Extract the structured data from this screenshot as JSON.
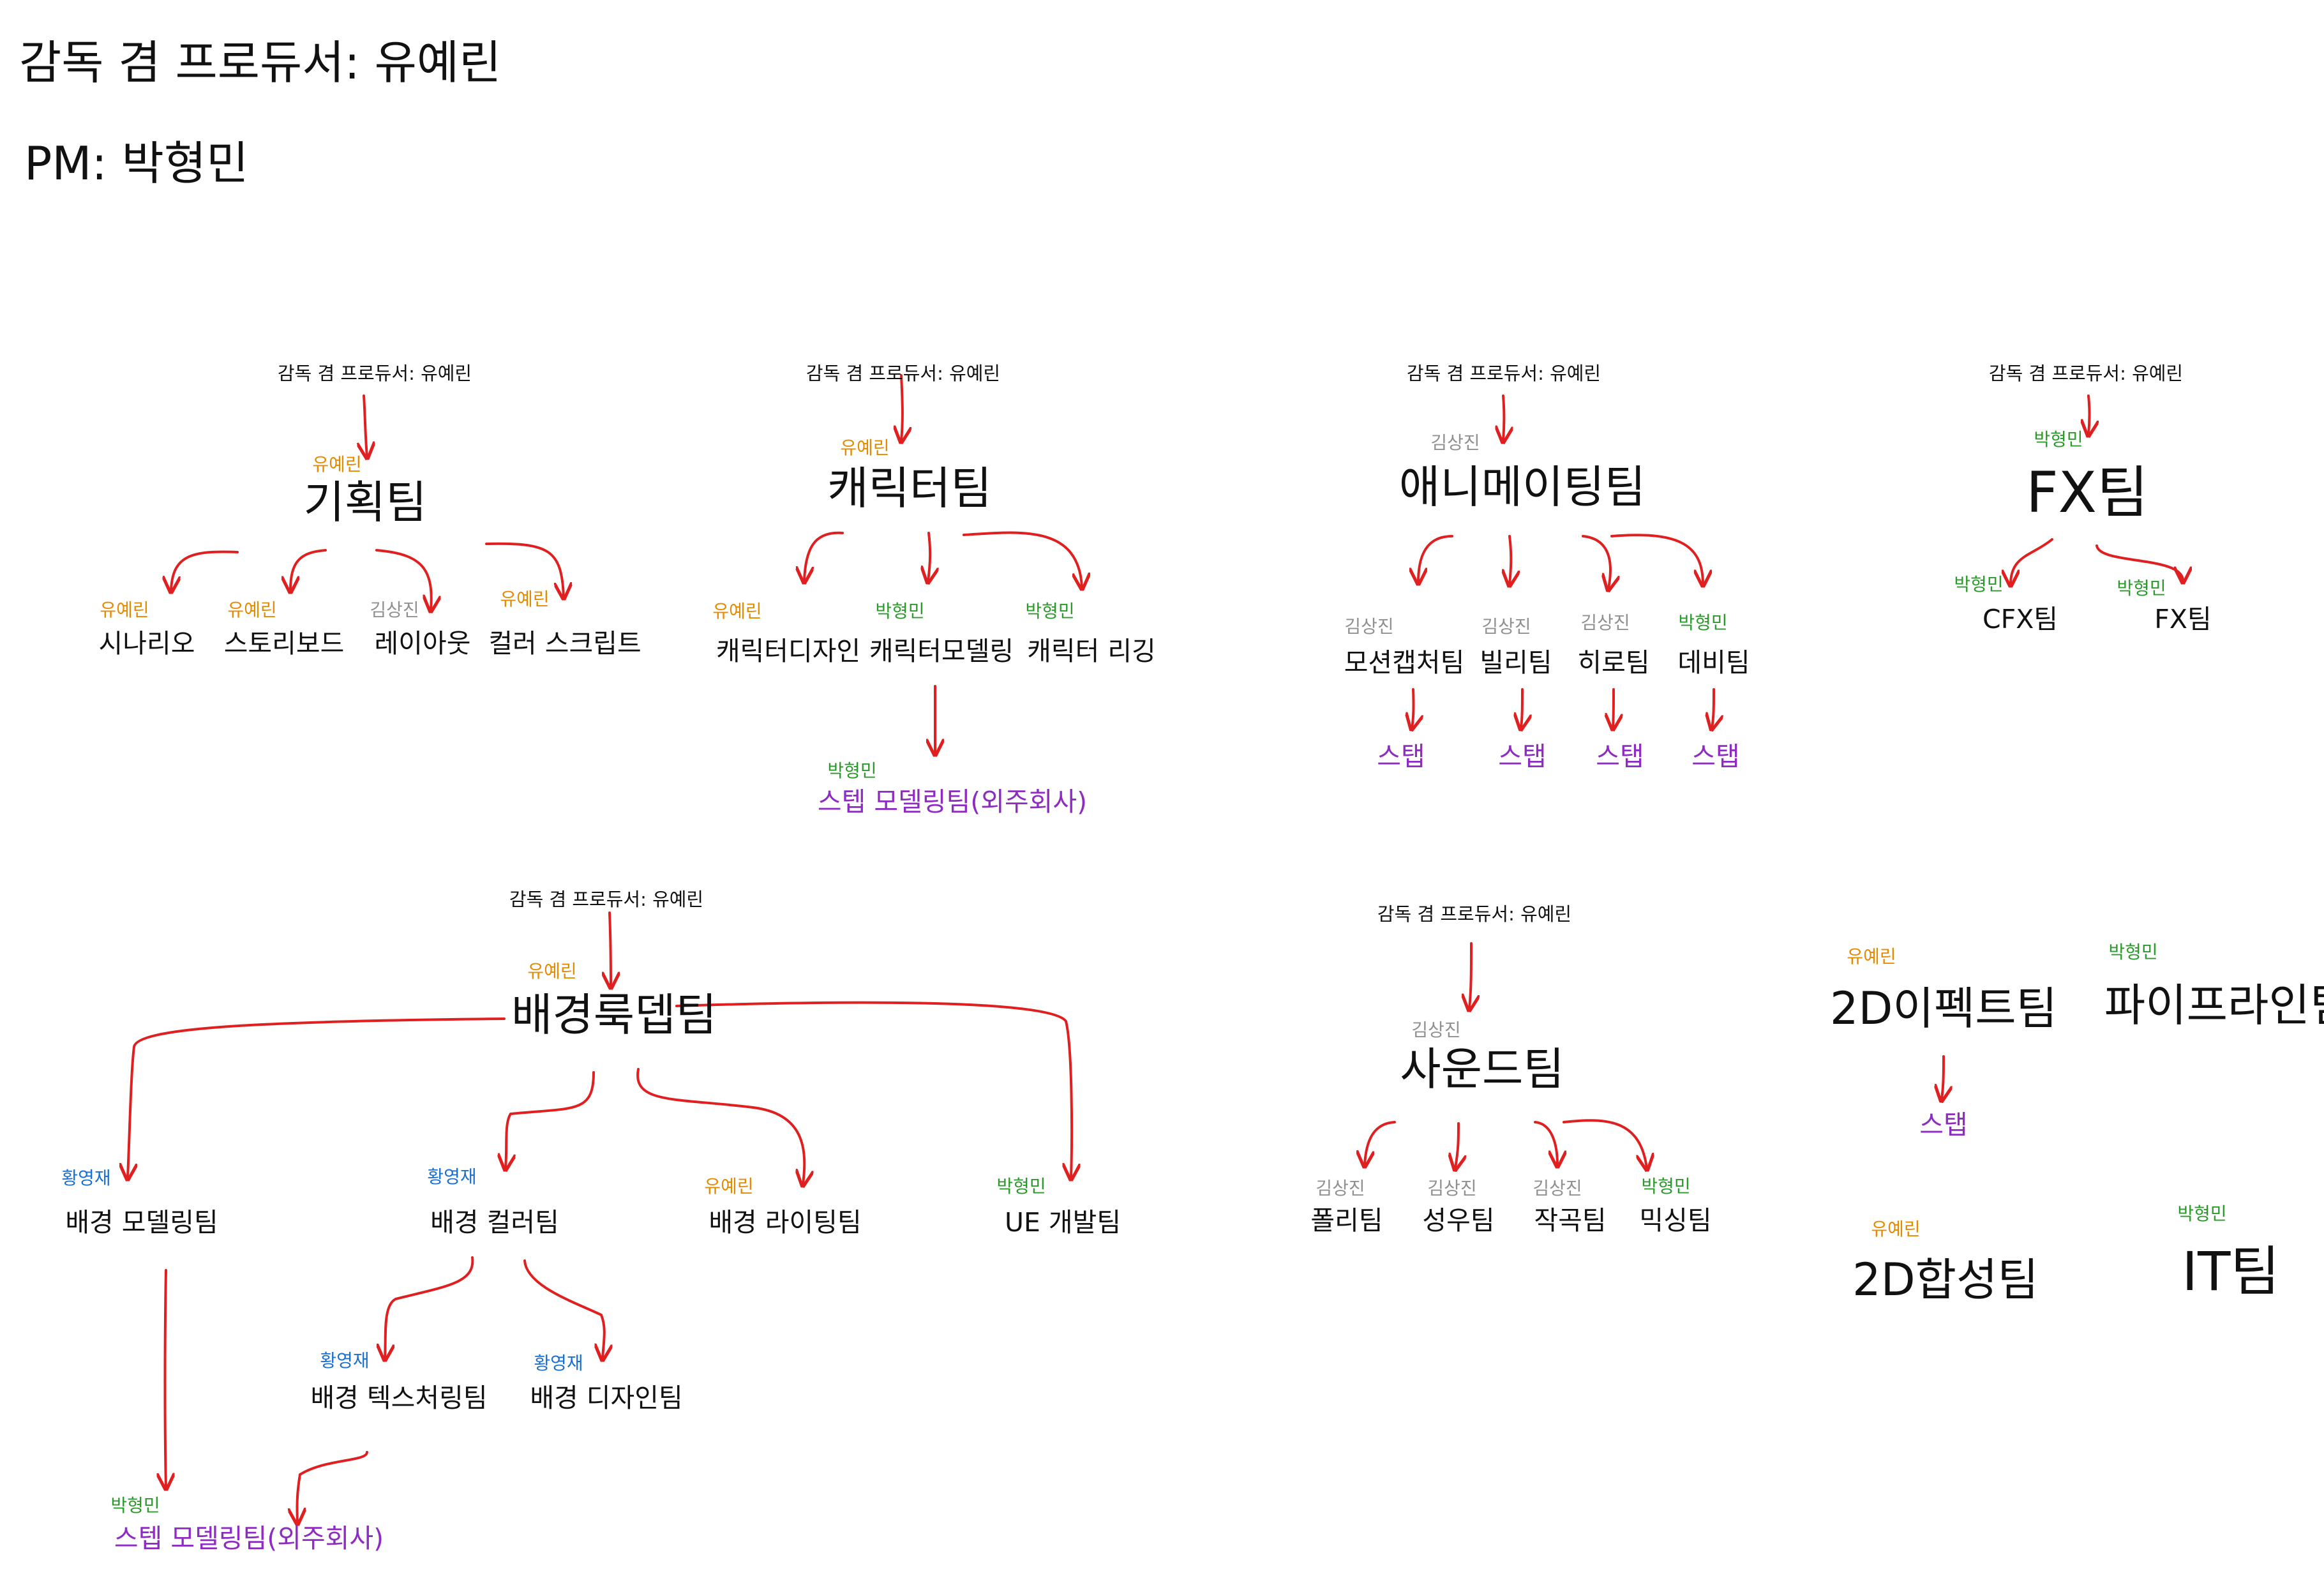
{
  "colors": {
    "arrow": "#e02020",
    "text": "#111111",
    "owner_yu": "#e68a00",
    "owner_park": "#2a9a2a",
    "owner_kim": "#909090",
    "owner_hwang": "#1a6fd0",
    "outsourced": "#8e2bc2"
  },
  "header": {
    "director": "감독 겸 프로듀서: 유예린",
    "pm": "PM: 박형민"
  },
  "planning": {
    "top": "감독 겸 프로듀서: 유예린",
    "team": {
      "owner": "유예린",
      "name": "기획팀"
    },
    "children": [
      {
        "owner": "유예린",
        "name": "시나리오"
      },
      {
        "owner": "유예린",
        "name": "스토리보드"
      },
      {
        "owner": "김상진",
        "name": "레이아웃"
      },
      {
        "owner": "유예린",
        "name": "컬러 스크립트"
      }
    ]
  },
  "character": {
    "top": "감독 겸 프로듀서: 유예린",
    "team": {
      "owner": "유예린",
      "name": "캐릭터팀"
    },
    "children": [
      {
        "owner": "유예린",
        "name": "캐릭터디자인"
      },
      {
        "owner": "박형민",
        "name": "캐릭터모델링"
      },
      {
        "owner": "박형민",
        "name": "캐릭터 리깅"
      }
    ],
    "outsource": {
      "owner": "박형민",
      "name": "스텝 모델링팀(외주회사)"
    }
  },
  "animation": {
    "top": "감독 겸 프로듀서: 유예린",
    "team": {
      "owner": "김상진",
      "name": "애니메이팅팀"
    },
    "children": [
      {
        "owner": "김상진",
        "name": "모션캡처팀",
        "staff": "스탭"
      },
      {
        "owner": "김상진",
        "name": "빌리팀",
        "staff": "스탭"
      },
      {
        "owner": "김상진",
        "name": "히로팀",
        "staff": "스탭"
      },
      {
        "owner": "박형민",
        "name": "데비팀",
        "staff": "스탭"
      }
    ]
  },
  "fx": {
    "top": "감독 겸 프로듀서: 유예린",
    "team": {
      "owner": "박형민",
      "name": "FX팀"
    },
    "children": [
      {
        "owner": "박형민",
        "name": "CFX팀"
      },
      {
        "owner": "박형민",
        "name": "FX팀"
      }
    ]
  },
  "background": {
    "top": "감독 겸 프로듀서: 유예린",
    "team": {
      "owner": "유예린",
      "name": "배경룩뎁팀"
    },
    "children": [
      {
        "owner": "황영재",
        "name": "배경 모델링팀"
      },
      {
        "owner": "황영재",
        "name": "배경 컬러팀"
      },
      {
        "owner": "유예린",
        "name": "배경 라이팅팀"
      },
      {
        "owner": "박형민",
        "name": "UE 개발팀"
      }
    ],
    "color_children": [
      {
        "owner": "황영재",
        "name": "배경 텍스처링팀"
      },
      {
        "owner": "황영재",
        "name": "배경 디자인팀"
      }
    ],
    "outsource": {
      "owner": "박형민",
      "name": "스텝 모델링팀(외주회사)"
    }
  },
  "sound": {
    "top": "감독 겸 프로듀서: 유예린",
    "team": {
      "owner": "김상진",
      "name": "사운드팀"
    },
    "children": [
      {
        "owner": "김상진",
        "name": "폴리팀"
      },
      {
        "owner": "김상진",
        "name": "성우팀"
      },
      {
        "owner": "김상진",
        "name": "작곡팀"
      },
      {
        "owner": "박형민",
        "name": "믹싱팀"
      }
    ]
  },
  "others": {
    "effects2d": {
      "owner": "유예린",
      "name": "2D이펙트팀",
      "staff": "스탭"
    },
    "pipeline": {
      "owner": "박형민",
      "name": "파이프라인팀"
    },
    "comp2d": {
      "owner": "유예린",
      "name": "2D합성팀"
    },
    "it": {
      "owner": "박형민",
      "name": "IT팀"
    }
  }
}
